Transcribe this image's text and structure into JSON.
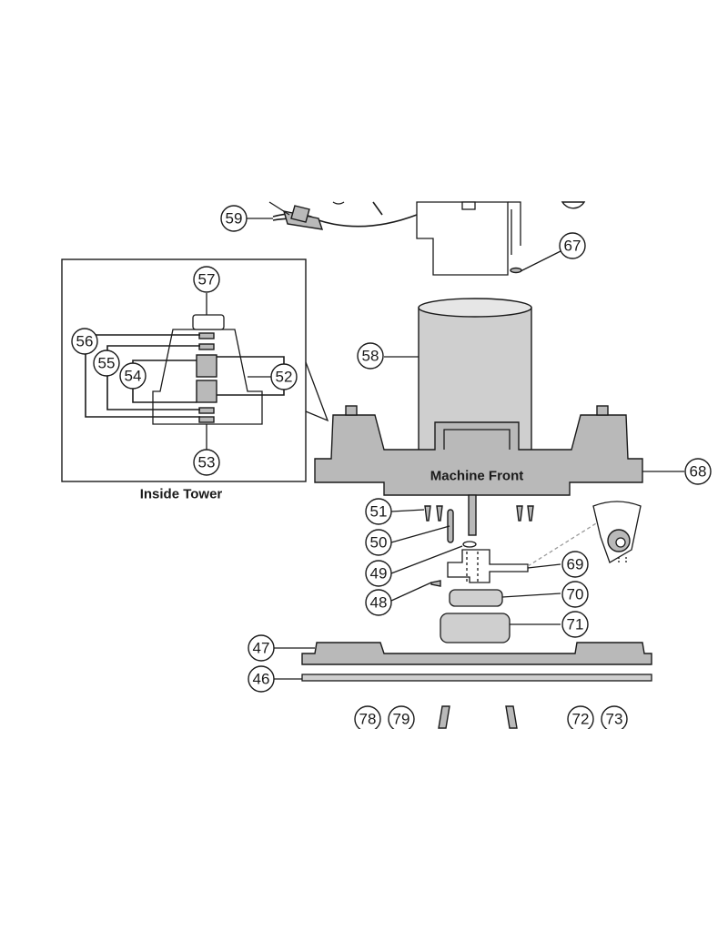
{
  "labels": {
    "machine_front": "Machine Front",
    "inside_tower": "Inside Tower"
  },
  "callouts": {
    "c46": "46",
    "c47": "47",
    "c48": "48",
    "c49": "49",
    "c50": "50",
    "c51": "51",
    "c52": "52",
    "c53": "53",
    "c54": "54",
    "c55": "55",
    "c56": "56",
    "c57": "57",
    "c58": "58",
    "c59": "59",
    "c67": "67",
    "c68": "68",
    "c69": "69",
    "c70": "70",
    "c71": "71",
    "c72": "72",
    "c73": "73",
    "c78": "78",
    "c79": "79"
  },
  "colors": {
    "part_fill": "#b9b9b9",
    "line": "#1a1a1a",
    "background": "#ffffff"
  }
}
